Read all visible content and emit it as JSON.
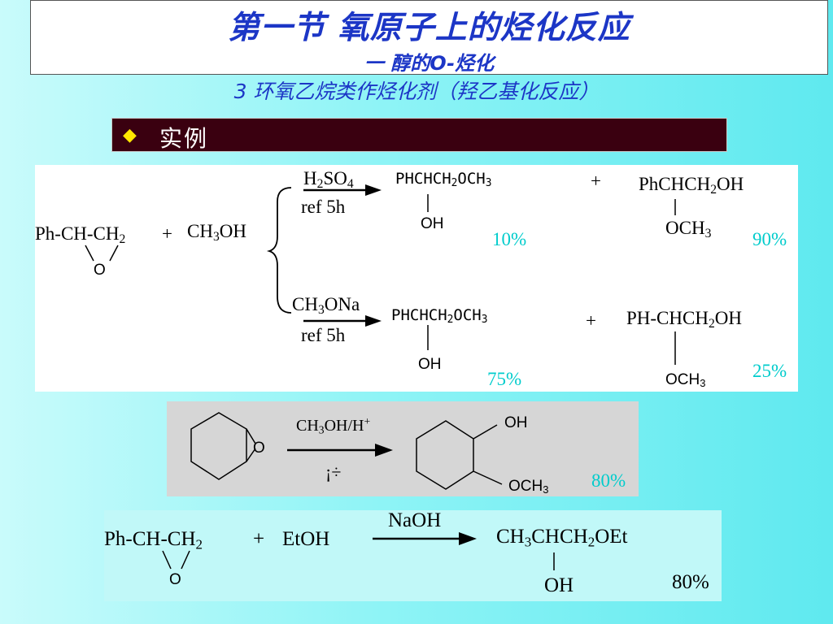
{
  "title": {
    "main": "第一节  氧原子上的烃化反应",
    "sub": "一  醇的O-烃化",
    "section": "3  环氧乙烷类作烃化剂（羟乙基化反应）"
  },
  "example_bar": {
    "bullet_icon": "diamond",
    "label": "实例"
  },
  "reaction1": {
    "substrate": "Ph-CH-CH",
    "substrate_sub": "2",
    "plus": "+",
    "reagent_a": "CH",
    "reagent_sub": "3",
    "reagent_b": "OH",
    "epoxide_o": "O",
    "upper": {
      "cond1_a": "H",
      "cond1_sub1": "2",
      "cond1_b": "SO",
      "cond1_sub2": "4",
      "cond2": "ref  5h",
      "product1_a": "PHCHCH",
      "product1_sub1": "2",
      "product1_b": "OCH",
      "product1_sub2": "3",
      "product1_oh": "OH",
      "yield1": "10%",
      "plus": "+",
      "product2_a": "PhCHCH",
      "product2_sub": "2",
      "product2_b": "OH",
      "product2_sub_group_a": "OCH",
      "product2_sub_group_sub": "3",
      "yield2": "90%"
    },
    "lower": {
      "cond1_a": "CH",
      "cond1_sub": "3",
      "cond1_b": "ONa",
      "cond2": "ref  5h",
      "product1_a": "PHCHCH",
      "product1_sub1": "2",
      "product1_b": "OCH",
      "product1_sub2": "3",
      "product1_oh": "OH",
      "yield1": "75%",
      "plus": "+",
      "product2_a": "PH-CHCH",
      "product2_sub": "2",
      "product2_b": "OH",
      "product2_sub_group_a": "OCH",
      "product2_sub_group_sub": "3",
      "yield2": "25%"
    }
  },
  "reaction2": {
    "epoxide_o": "O",
    "cond_a": "CH",
    "cond_sub": "3",
    "cond_b": "OH/H",
    "cond_sup": "+",
    "cond2": "¡÷",
    "product_oh": "OH",
    "product_och_a": "OCH",
    "product_och_sub": "3",
    "yield": "80%"
  },
  "reaction3": {
    "substrate": "Ph-CH-CH",
    "substrate_sub": "2",
    "plus": "+",
    "reagent": "EtOH",
    "epoxide_o": "O",
    "cond": "NaOH",
    "product_a": "CH",
    "product_sub1": "3",
    "product_b": "CHCH",
    "product_sub2": "2",
    "product_c": "OEt",
    "product_oh": "OH",
    "yield": "80%"
  }
}
